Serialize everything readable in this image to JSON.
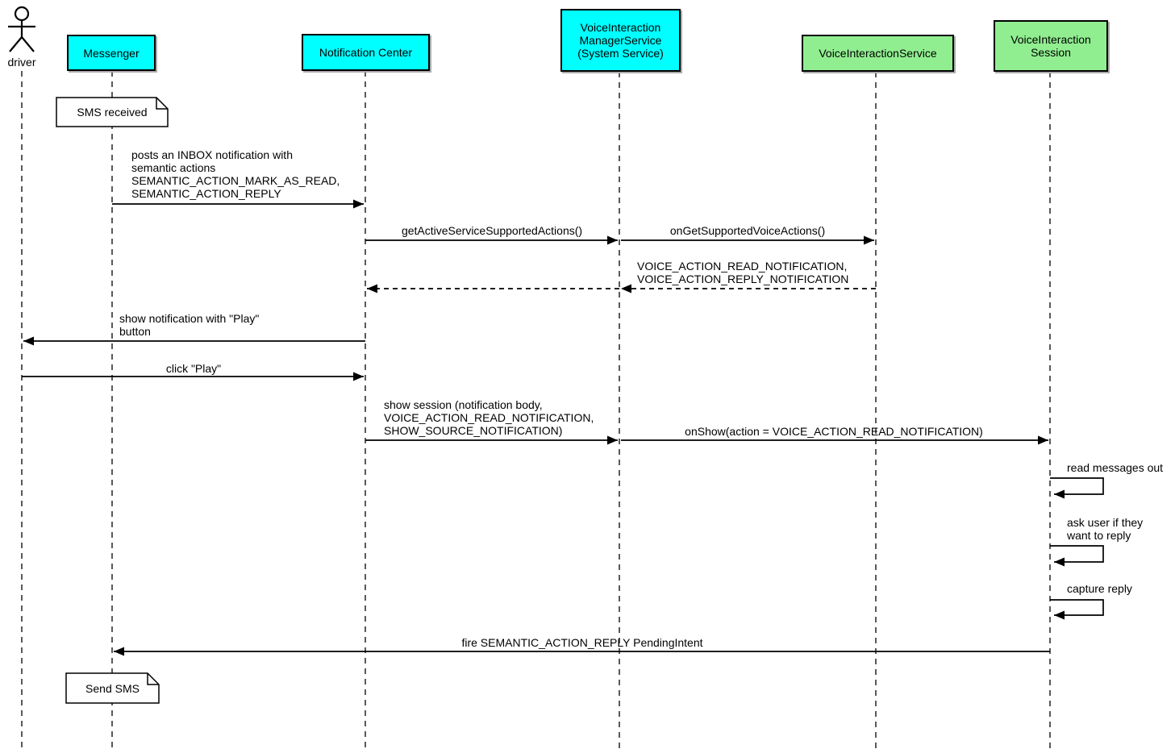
{
  "diagram_type": "uml-sequence",
  "actor": {
    "label": "driver"
  },
  "participants": [
    {
      "id": "messenger",
      "label": "Messenger",
      "fill": "#00FFFF"
    },
    {
      "id": "notification-center",
      "label": "Notification Center",
      "fill": "#00FFFF"
    },
    {
      "id": "voice-interaction-manager-service",
      "label": "VoiceInteraction\nManagerService\n(System Service)",
      "fill": "#00FFFF"
    },
    {
      "id": "voice-interaction-service",
      "label": "VoiceInteractionService",
      "fill": "#90EE90"
    },
    {
      "id": "voice-interaction-session",
      "label": "VoiceInteraction\nSession",
      "fill": "#90EE90"
    }
  ],
  "notes": [
    {
      "on": "Messenger",
      "text": "SMS received"
    },
    {
      "on": "Messenger",
      "text": "Send SMS"
    }
  ],
  "messages": [
    {
      "from": "Messenger",
      "to": "Notification Center",
      "kind": "call",
      "label": "posts an INBOX notification with\nsemantic actions\nSEMANTIC_ACTION_MARK_AS_READ,\nSEMANTIC_ACTION_REPLY"
    },
    {
      "from": "Notification Center",
      "to": "VoiceInteractionManagerService",
      "kind": "call",
      "label": "getActiveServiceSupportedActions()"
    },
    {
      "from": "VoiceInteractionManagerService",
      "to": "VoiceInteractionService",
      "kind": "call",
      "label": "onGetSupportedVoiceActions()"
    },
    {
      "from": "VoiceInteractionService",
      "to": "VoiceInteractionManagerService",
      "kind": "return",
      "label": "VOICE_ACTION_READ_NOTIFICATION,\nVOICE_ACTION_REPLY_NOTIFICATION"
    },
    {
      "from": "VoiceInteractionManagerService",
      "to": "Notification Center",
      "kind": "return",
      "label": ""
    },
    {
      "from": "Notification Center",
      "to": "driver",
      "kind": "call",
      "label": "show notification with \"Play\"\nbutton"
    },
    {
      "from": "driver",
      "to": "Notification Center",
      "kind": "call",
      "label": "click \"Play\""
    },
    {
      "from": "Notification Center",
      "to": "VoiceInteractionManagerService",
      "kind": "call",
      "label": "show session (notification body,\nVOICE_ACTION_READ_NOTIFICATION,\nSHOW_SOURCE_NOTIFICATION)"
    },
    {
      "from": "VoiceInteractionManagerService",
      "to": "VoiceInteractionSession",
      "kind": "call",
      "label": "onShow(action = VOICE_ACTION_READ_NOTIFICATION)"
    },
    {
      "from": "VoiceInteractionSession",
      "to": "VoiceInteractionSession",
      "kind": "self",
      "label": "read messages out"
    },
    {
      "from": "VoiceInteractionSession",
      "to": "VoiceInteractionSession",
      "kind": "self",
      "label": "ask user if they\nwant to reply"
    },
    {
      "from": "VoiceInteractionSession",
      "to": "VoiceInteractionSession",
      "kind": "self",
      "label": "capture reply"
    },
    {
      "from": "VoiceInteractionSession",
      "to": "Messenger",
      "kind": "call",
      "label": "fire SEMANTIC_ACTION_REPLY PendingIntent"
    }
  ],
  "colors": {
    "participant_cyan": "#00FFFF",
    "participant_green": "#90EE90",
    "line": "#000000",
    "note_bg": "#FFFFFF",
    "background": "#FFFFFF"
  }
}
